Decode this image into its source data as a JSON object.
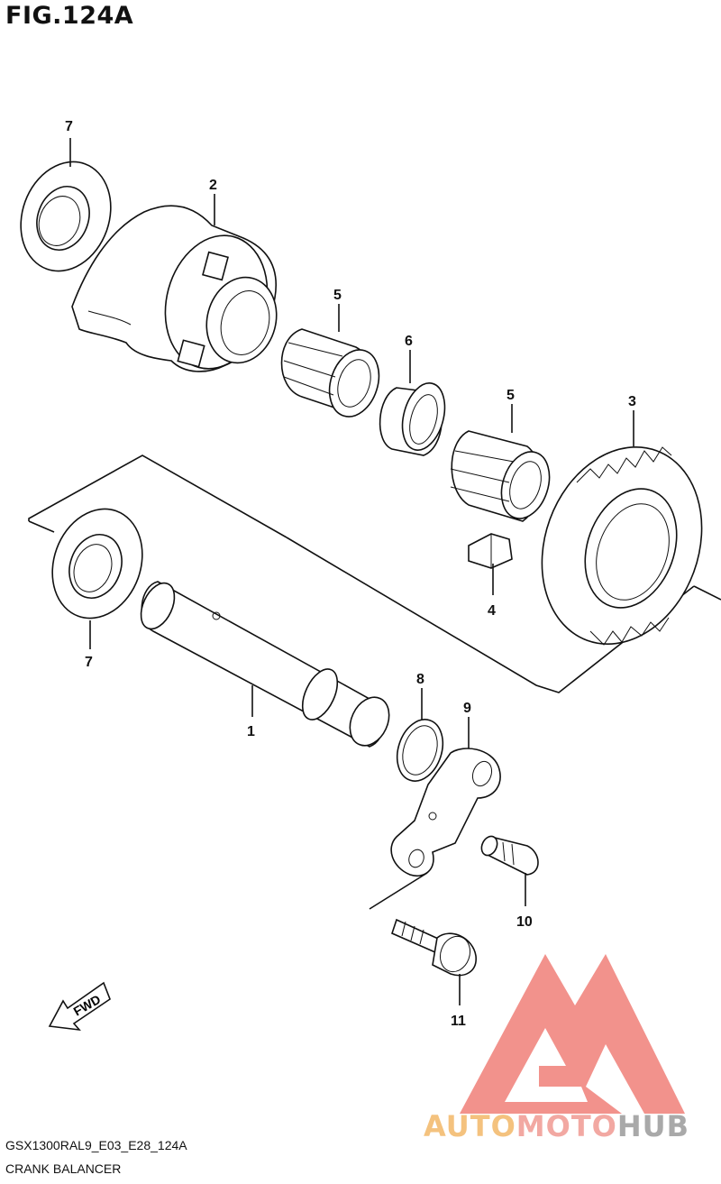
{
  "figure": {
    "title": "FIG.124A"
  },
  "callouts": [
    {
      "id": "c7a",
      "label": "7"
    },
    {
      "id": "c2",
      "label": "2"
    },
    {
      "id": "c5a",
      "label": "5"
    },
    {
      "id": "c6",
      "label": "6"
    },
    {
      "id": "c5b",
      "label": "5"
    },
    {
      "id": "c3",
      "label": "3"
    },
    {
      "id": "c4",
      "label": "4"
    },
    {
      "id": "c7b",
      "label": "7"
    },
    {
      "id": "c1",
      "label": "1"
    },
    {
      "id": "c8",
      "label": "8"
    },
    {
      "id": "c9",
      "label": "9"
    },
    {
      "id": "c10",
      "label": "10"
    },
    {
      "id": "c11",
      "label": "11"
    }
  ],
  "direction_arrow": {
    "label": "FWD"
  },
  "footer": {
    "code": "GSX1300RAL9_E03_E28_124A",
    "name": "CRANK BALANCER"
  },
  "watermark": {
    "part1": "AUTO",
    "part2": "MOTO",
    "part3": "HUB"
  },
  "colors": {
    "watermark_red": "#f07f78",
    "watermark_orange": "#f4c27e",
    "watermark_gray": "#a9a9a9"
  }
}
